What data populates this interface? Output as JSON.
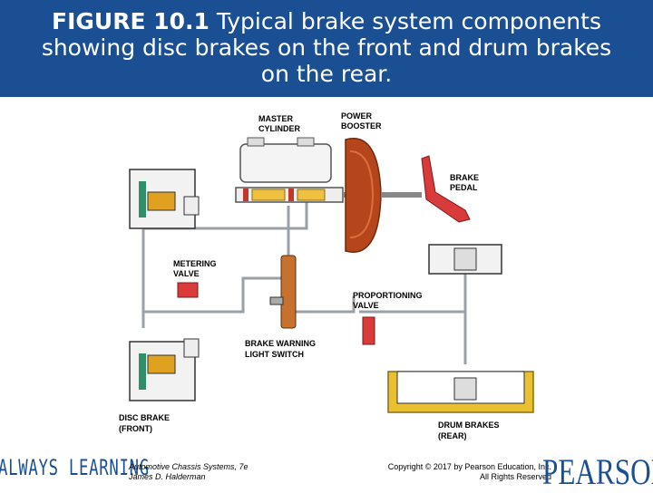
{
  "slide": {
    "figure_label": "FIGURE 10.1",
    "caption_line1": "Typical brake system components",
    "caption_line2": "showing disc brakes on the front and drum brakes",
    "caption_line3": "on the rear."
  },
  "diagram": {
    "labels": {
      "master_cylinder_1": "MASTER",
      "master_cylinder_2": "CYLINDER",
      "power_booster_1": "POWER",
      "power_booster_2": "BOOSTER",
      "brake_pedal_1": "BRAKE",
      "brake_pedal_2": "PEDAL",
      "metering_valve_1": "METERING",
      "metering_valve_2": "VALVE",
      "proportioning_valve_1": "PROPORTIONING",
      "proportioning_valve_2": "VALVE",
      "warning_switch_1": "BRAKE WARNING",
      "warning_switch_2": "LIGHT SWITCH",
      "disc_brake_1": "DISC BRAKE",
      "disc_brake_2": "(FRONT)",
      "drum_brakes_1": "DRUM BRAKES",
      "drum_brakes_2": "(REAR)"
    },
    "colors": {
      "booster": "#b5461c",
      "pedal": "#d93a3a",
      "valve": "#d93a3a",
      "switch": "#c8702e",
      "caliper": "#e0a020",
      "rotor_pad": "#2f8f6a",
      "piston": "#f0c040"
    }
  },
  "footer": {
    "brand_left": "ALWAYS LEARNING",
    "book_title": "Automotive Chassis Systems, 7e",
    "author": "James D. Halderman",
    "copyright_1": "Copyright © 2017 by Pearson Education, Inc.",
    "copyright_2": "All Rights Reserved",
    "brand_right": "PEARSON",
    "brand_color": "#1b4f93"
  }
}
